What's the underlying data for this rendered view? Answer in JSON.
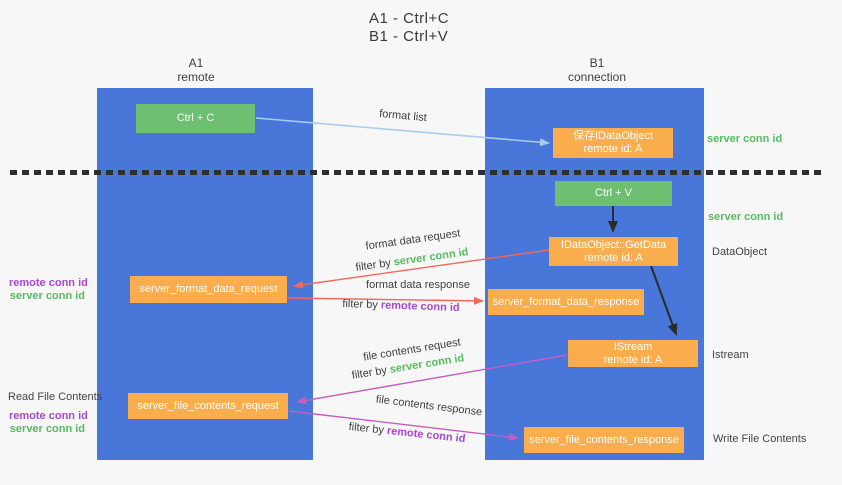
{
  "title": {
    "line1": "A1 - Ctrl+C",
    "line2": "B1 - Ctrl+V"
  },
  "columns": {
    "left": {
      "id": "A1",
      "role": "remote"
    },
    "right": {
      "id": "B1",
      "role": "connection"
    }
  },
  "nodes": {
    "ctrl_c": {
      "label": "Ctrl + C"
    },
    "ctrl_v": {
      "label": "Ctrl + V"
    },
    "save_idataobject": {
      "line1": "保存IDataObject",
      "line2": "remote id: A"
    },
    "idataobject_getdata": {
      "line1": "IDataObject::GetData",
      "line2": "remote id: A"
    },
    "istream": {
      "line1": "IStream",
      "line2": "remote id: A"
    },
    "server_format_data_request": {
      "label": "server_format_data_request"
    },
    "server_format_data_response": {
      "label": "server_format_data_response"
    },
    "server_file_contents_request": {
      "label": "server_file_contents_request"
    },
    "server_file_contents_response": {
      "label": "server_file_contents_response"
    }
  },
  "edge_labels": {
    "format_list": "format list",
    "format_data_request": "format data request",
    "format_data_response": "format data response",
    "file_contents_request": "file contents request",
    "file_contents_response": "file contents response",
    "filter_by": "filter by",
    "server_conn_id": "server conn id",
    "remote_conn_id": "remote conn id"
  },
  "annotations": {
    "server_conn_id_top": "server conn id",
    "server_conn_id_mid": "server conn id",
    "dataobject": "DataObject",
    "istream": "Istream",
    "write_file_contents": "Write File Contents",
    "read_file_contents": "Read File Contents",
    "remote_conn_id_left1": "remote conn id",
    "server_conn_id_left1": "server conn id",
    "remote_conn_id_left2": "remote conn id",
    "server_conn_id_left2": "server conn id"
  },
  "colors": {
    "column_blue": "#4877d9",
    "box_green": "#6ebf72",
    "box_orange": "#f9ad4d",
    "arrow_lightblue": "#a8cdf0",
    "arrow_red": "#f0685c",
    "arrow_magenta": "#c45ec0",
    "arrow_black": "#2b2b2b",
    "text_green": "#56bb61",
    "text_purple": "#a649cf",
    "text_gray": "#3f3f3f"
  }
}
